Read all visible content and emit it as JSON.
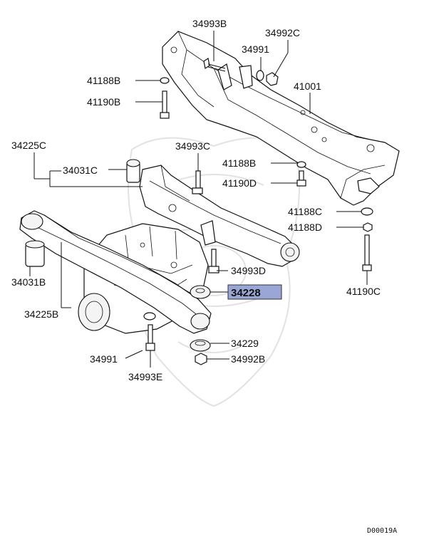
{
  "labels": {
    "p34993B": "34993B",
    "p34992C": "34992C",
    "p34991_top": "34991",
    "p41001": "41001",
    "p41188B_l": "41188B",
    "p41190B": "41190B",
    "p34225C": "34225C",
    "p34993C": "34993C",
    "p34031C": "34031C",
    "p41188B_r": "41188B",
    "p41190D": "41190D",
    "p41188C": "41188C",
    "p41188D": "41188D",
    "p34993D": "34993D",
    "p34031B": "34031B",
    "p34228": "34228",
    "p34225B": "34225B",
    "p41190C": "41190C",
    "p34229": "34229",
    "p34991_bot": "34991",
    "p34992B": "34992B",
    "p34993E": "34993E"
  },
  "diagram_code": "D00019A",
  "colors": {
    "highlight_fill": "#9aa6d6",
    "highlight_border": "#333333",
    "line": "#111111"
  }
}
